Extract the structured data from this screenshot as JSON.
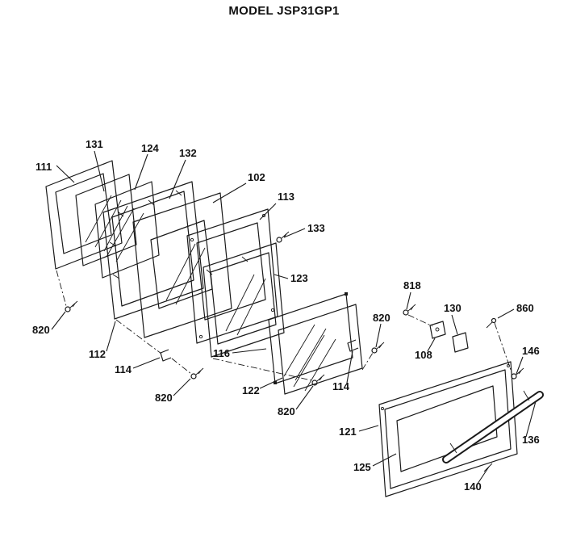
{
  "title": "MODEL JSP31GP1",
  "colors": {
    "ink": "#1a1a1a",
    "background": "#ffffff"
  },
  "labels": [
    {
      "text": "111"
    },
    {
      "text": "131"
    },
    {
      "text": "124"
    },
    {
      "text": "132"
    },
    {
      "text": "102"
    },
    {
      "text": "113"
    },
    {
      "text": "133"
    },
    {
      "text": "123"
    },
    {
      "text": "820"
    },
    {
      "text": "112"
    },
    {
      "text": "114"
    },
    {
      "text": "820"
    },
    {
      "text": "116"
    },
    {
      "text": "122"
    },
    {
      "text": "820"
    },
    {
      "text": "114"
    },
    {
      "text": "820"
    },
    {
      "text": "818"
    },
    {
      "text": "130"
    },
    {
      "text": "860"
    },
    {
      "text": "108"
    },
    {
      "text": "146"
    },
    {
      "text": "121"
    },
    {
      "text": "125"
    },
    {
      "text": "136"
    },
    {
      "text": "140"
    }
  ]
}
